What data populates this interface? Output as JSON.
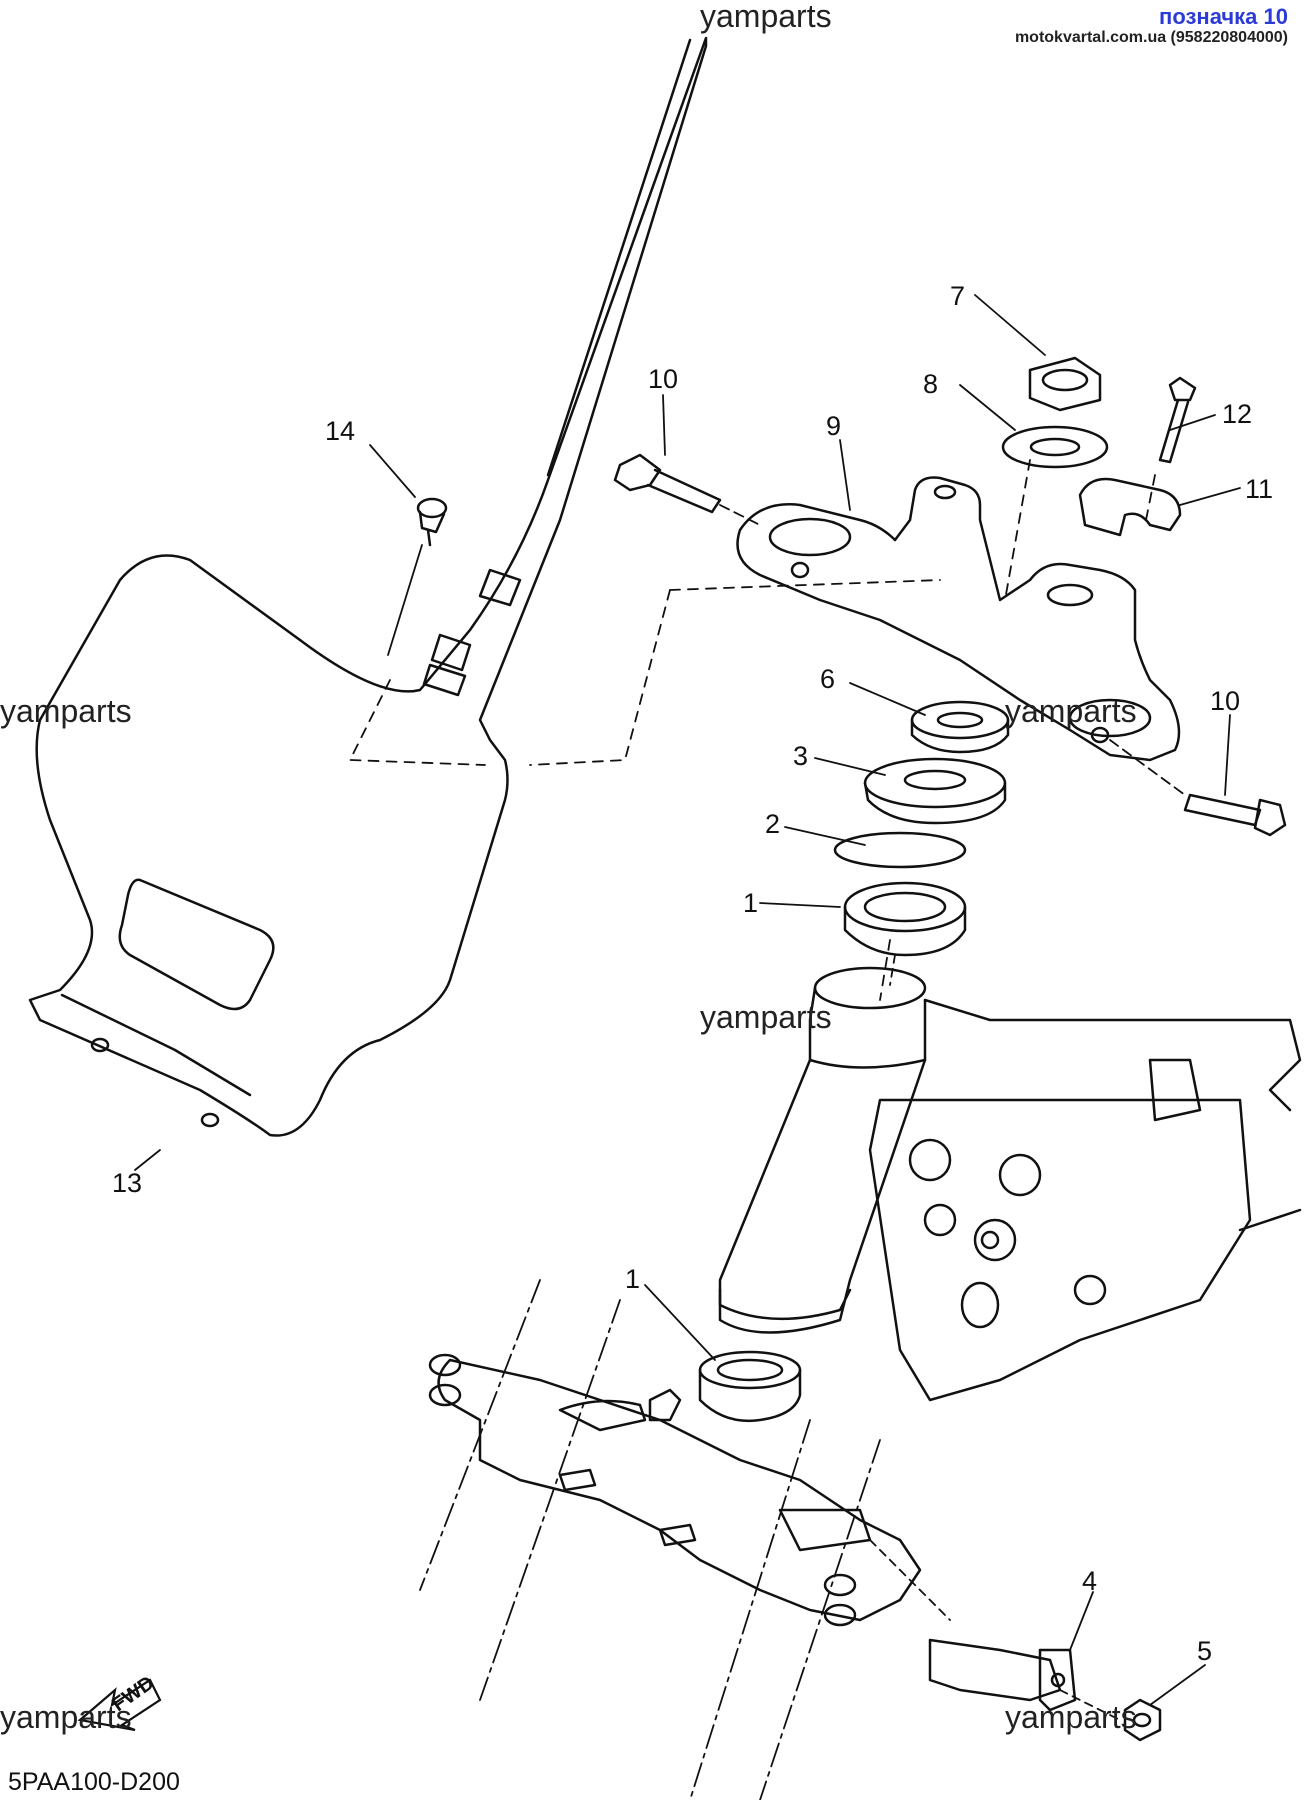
{
  "header": {
    "title": "позначка 10",
    "source": "motokvartal.com.ua (958220804000)"
  },
  "watermark": "yamparts",
  "diagram_code": "5PAA100-D200",
  "fwd_label": "FWD",
  "callouts": {
    "c1a": "1",
    "c1b": "1",
    "c2": "2",
    "c3": "3",
    "c4": "4",
    "c5": "5",
    "c6": "6",
    "c7": "7",
    "c8": "8",
    "c9": "9",
    "c10a": "10",
    "c10b": "10",
    "c11": "11",
    "c12": "12",
    "c13": "13",
    "c14": "14"
  },
  "colors": {
    "line": "#111111",
    "header_title": "#2b3bd6",
    "watermark": "#222222"
  }
}
